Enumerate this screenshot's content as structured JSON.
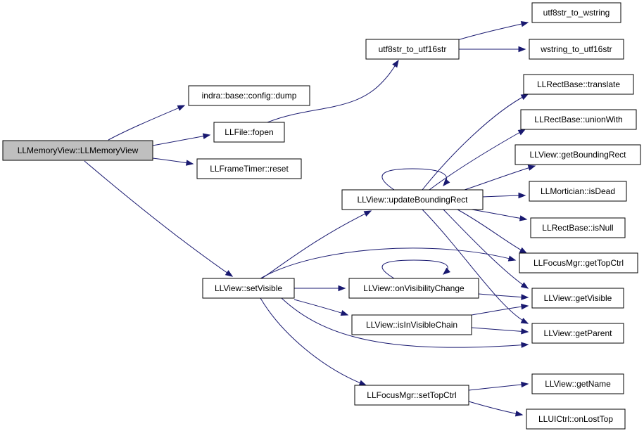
{
  "diagram": {
    "type": "call-graph",
    "edge_color": "#191970",
    "root_fill": "#bfbfbf",
    "nodes": [
      {
        "id": "root",
        "label": "LLMemoryView::LLMemoryView",
        "root": true
      },
      {
        "id": "dump",
        "label": "indra::base::config::dump"
      },
      {
        "id": "fopen",
        "label": "LLFile::fopen"
      },
      {
        "id": "reset",
        "label": "LLFrameTimer::reset"
      },
      {
        "id": "setVisible",
        "label": "LLView::setVisible"
      },
      {
        "id": "utf16",
        "label": "utf8str_to_utf16str"
      },
      {
        "id": "u8ws",
        "label": "utf8str_to_wstring"
      },
      {
        "id": "ws16",
        "label": "wstring_to_utf16str"
      },
      {
        "id": "ubr",
        "label": "LLView::updateBoundingRect"
      },
      {
        "id": "ovc",
        "label": "LLView::onVisibilityChange"
      },
      {
        "id": "ivc",
        "label": "LLView::isInVisibleChain"
      },
      {
        "id": "stc",
        "label": "LLFocusMgr::setTopCtrl"
      },
      {
        "id": "translate",
        "label": "LLRectBase::translate"
      },
      {
        "id": "union",
        "label": "LLRectBase::unionWith"
      },
      {
        "id": "gbr",
        "label": "LLView::getBoundingRect"
      },
      {
        "id": "isDead",
        "label": "LLMortician::isDead"
      },
      {
        "id": "isNull",
        "label": "LLRectBase::isNull"
      },
      {
        "id": "gtc",
        "label": "LLFocusMgr::getTopCtrl"
      },
      {
        "id": "gv",
        "label": "LLView::getVisible"
      },
      {
        "id": "gp",
        "label": "LLView::getParent"
      },
      {
        "id": "gn",
        "label": "LLView::getName"
      },
      {
        "id": "olt",
        "label": "LLUICtrl::onLostTop"
      }
    ],
    "edges": [
      [
        "root",
        "dump"
      ],
      [
        "root",
        "fopen"
      ],
      [
        "root",
        "reset"
      ],
      [
        "root",
        "setVisible"
      ],
      [
        "fopen",
        "utf16"
      ],
      [
        "utf16",
        "u8ws"
      ],
      [
        "utf16",
        "ws16"
      ],
      [
        "setVisible",
        "ubr"
      ],
      [
        "setVisible",
        "gtc"
      ],
      [
        "setVisible",
        "ovc"
      ],
      [
        "setVisible",
        "ivc"
      ],
      [
        "setVisible",
        "gp"
      ],
      [
        "setVisible",
        "stc"
      ],
      [
        "ubr",
        "ubr"
      ],
      [
        "ubr",
        "translate"
      ],
      [
        "ubr",
        "union"
      ],
      [
        "ubr",
        "gbr"
      ],
      [
        "ubr",
        "isDead"
      ],
      [
        "ubr",
        "isNull"
      ],
      [
        "ubr",
        "gtc"
      ],
      [
        "ubr",
        "gv"
      ],
      [
        "ubr",
        "gp"
      ],
      [
        "ovc",
        "ovc"
      ],
      [
        "ovc",
        "gv"
      ],
      [
        "ivc",
        "gv"
      ],
      [
        "ivc",
        "gp"
      ],
      [
        "stc",
        "gn"
      ],
      [
        "stc",
        "olt"
      ]
    ]
  }
}
